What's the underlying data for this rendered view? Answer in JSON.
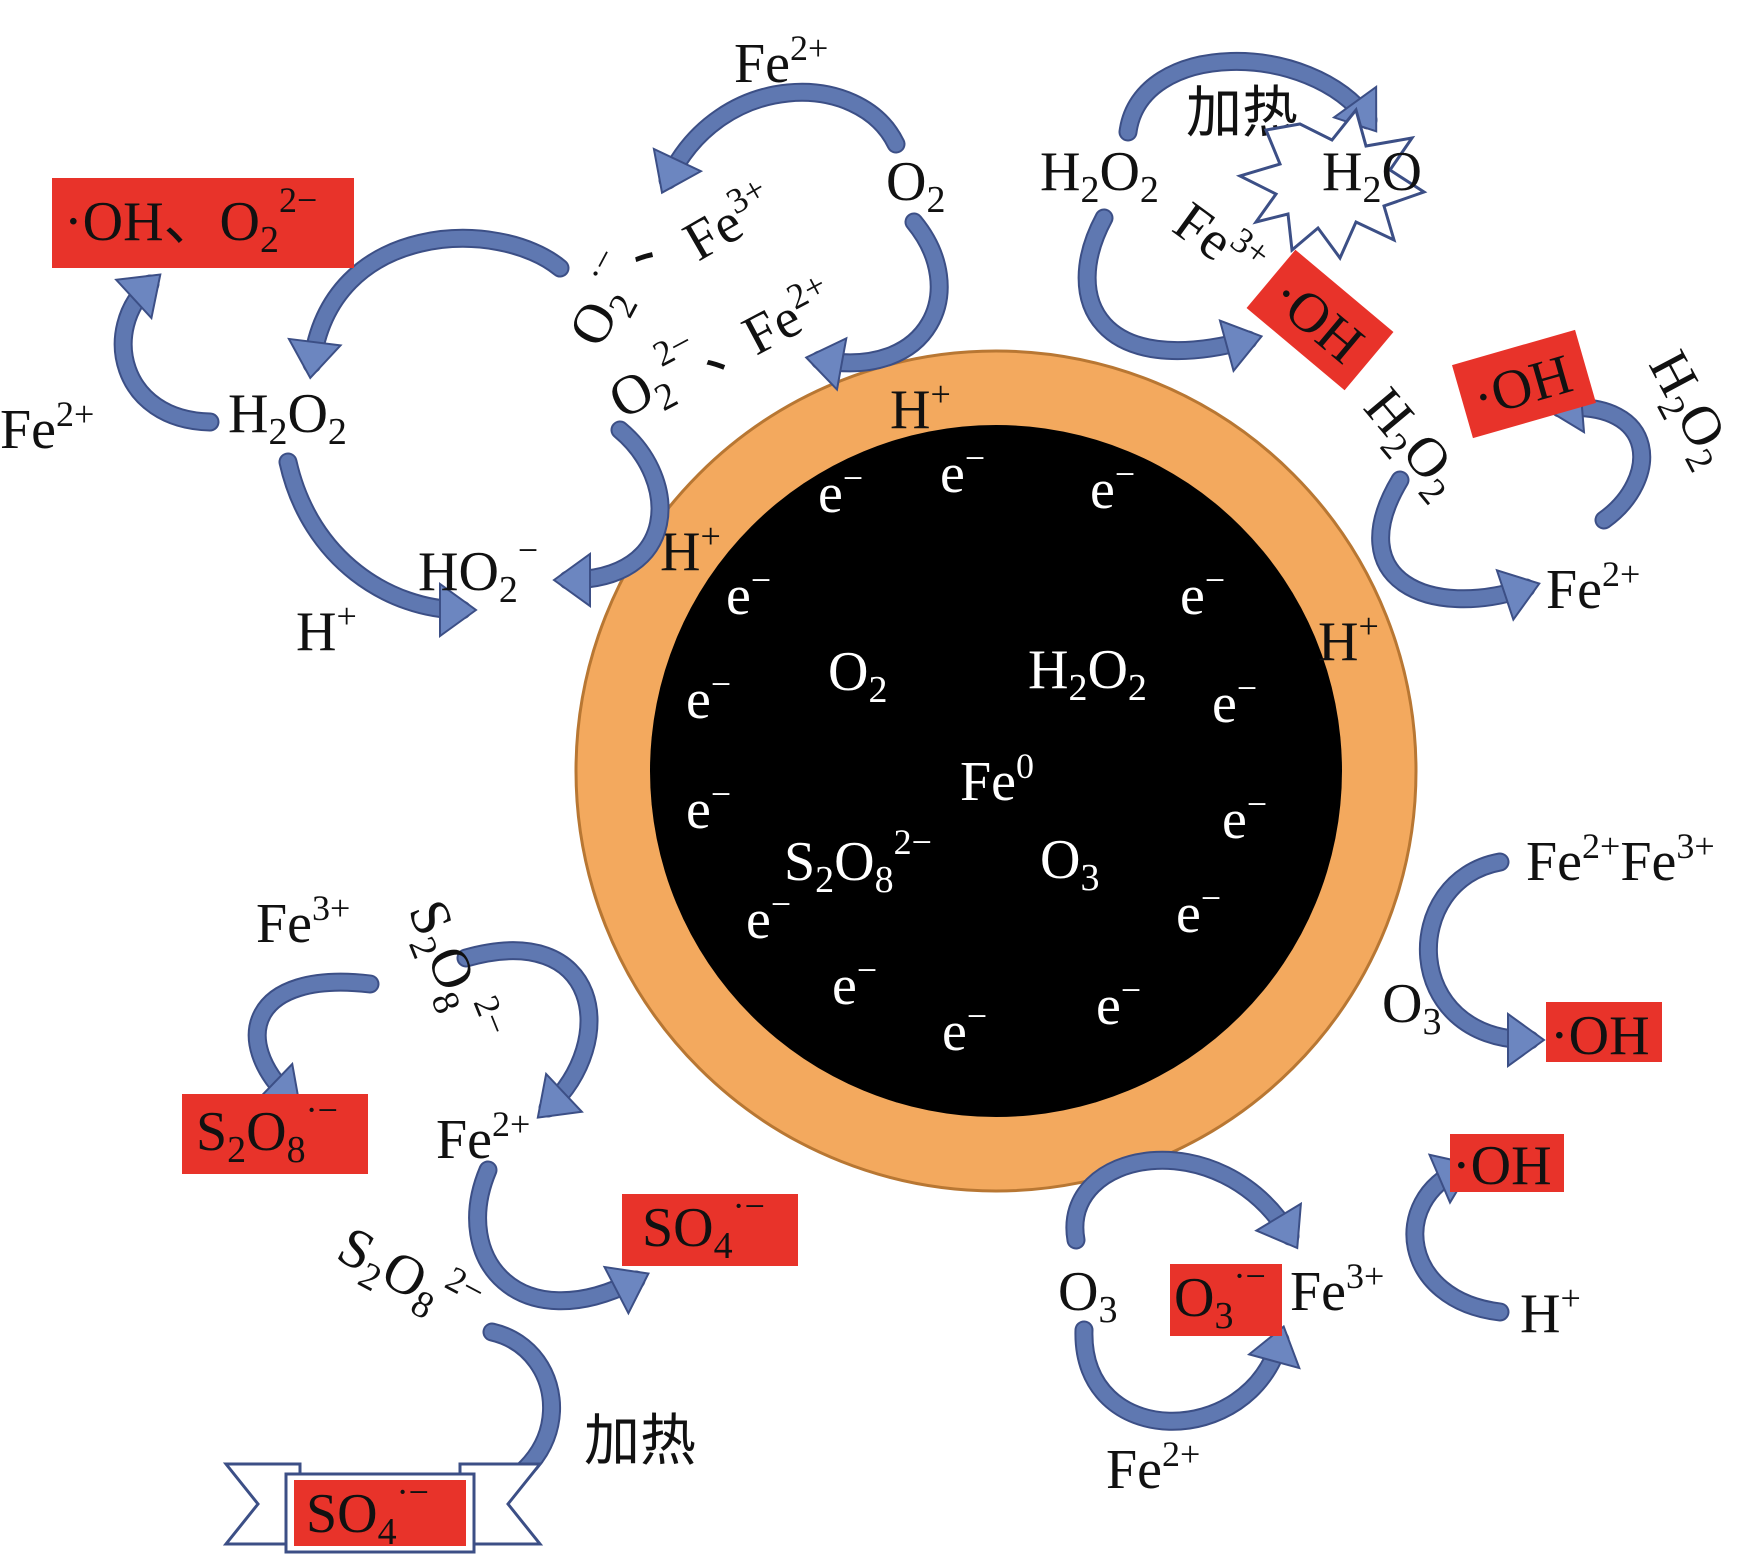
{
  "colors": {
    "core": "#000000",
    "shell": "#f3a95e",
    "shell_edge": "#b87733",
    "arrow": "#6c86c0",
    "box": "#e8332a"
  },
  "core": {
    "center": "Fe",
    "center_sup": "0",
    "electron": "e",
    "electron_sup": "−",
    "species": [
      {
        "base": "O",
        "sub": "2",
        "sup": ""
      },
      {
        "base": "H",
        "sub": "2",
        "mid": "O",
        "sub2": "2",
        "sup": ""
      },
      {
        "base": "S",
        "sub": "2",
        "mid": "O",
        "sub2": "8",
        "sup": "2−"
      },
      {
        "base": "O",
        "sub": "3",
        "sup": ""
      }
    ]
  },
  "shell_labels": [
    {
      "base": "H",
      "sup": "+"
    },
    {
      "base": "H",
      "sup": "+"
    },
    {
      "base": "H",
      "sup": "+"
    }
  ],
  "top_left": {
    "product_box": {
      "text1": "·OH、O",
      "sub": "2",
      "sup": "2−"
    },
    "fe2": {
      "base": "Fe",
      "sup": "2+"
    },
    "h2o2": {
      "base": "H",
      "sub": "2",
      "mid": "O",
      "sub2": "2"
    },
    "ho2": {
      "base": "HO",
      "sub": "2",
      "sup": "−"
    },
    "hplus": {
      "base": "H",
      "sup": "+"
    },
    "o2_radical": {
      "base": "O",
      "sub": "2",
      "sup": "·−",
      "sep": "、"
    },
    "o2_2minus": {
      "base": "O",
      "sub": "2",
      "sup": "2−",
      "sep": "、"
    },
    "fe3_top": {
      "base": "Fe",
      "sup": "3+"
    },
    "fe2_mid": {
      "base": "Fe",
      "sup": "2+"
    },
    "fe2_top": {
      "base": "Fe",
      "sup": "2+"
    },
    "o2": {
      "base": "O",
      "sub": "2"
    }
  },
  "top_right": {
    "heat": "加热",
    "h2o": {
      "base": "H",
      "sub": "2",
      "mid": "O"
    },
    "h2o2_a": {
      "base": "H",
      "sub": "2",
      "mid": "O",
      "sub2": "2"
    },
    "fe3": {
      "base": "Fe",
      "sup": "3+"
    },
    "oh_box_1": "·OH",
    "h2o2_b": {
      "base": "H",
      "sub": "2",
      "mid": "O",
      "sub2": "2"
    },
    "oh_box_2": "·OH",
    "h2o2_c": {
      "base": "H",
      "sub": "2",
      "mid": "O",
      "sub2": "2"
    },
    "fe2": {
      "base": "Fe",
      "sup": "2+"
    }
  },
  "right_mid": {
    "fe2fe3": {
      "base": "Fe",
      "sup": "2+",
      "base2": "Fe",
      "sup2": "3+"
    },
    "o3": {
      "base": "O",
      "sub": "3"
    },
    "oh_box": "·OH"
  },
  "bottom_right": {
    "oh_box": "·OH",
    "o3": {
      "base": "O",
      "sub": "3"
    },
    "o3_radical_box": {
      "base": "O",
      "sub": "3",
      "sup": "·−"
    },
    "fe3": {
      "base": "Fe",
      "sup": "3+"
    },
    "hplus": {
      "base": "H",
      "sup": "+"
    },
    "fe2": {
      "base": "Fe",
      "sup": "2+"
    }
  },
  "bottom_left": {
    "fe3": {
      "base": "Fe",
      "sup": "3+"
    },
    "s2o8_a": {
      "base": "S",
      "sub": "2",
      "mid": "O",
      "sub2": "8",
      "sup": "2−"
    },
    "s2o8_radical_box": {
      "base": "S",
      "sub": "2",
      "mid": "O",
      "sub2": "8",
      "sup": "·−"
    },
    "fe2": {
      "base": "Fe",
      "sup": "2+"
    },
    "so4_box": {
      "base": "SO",
      "sub": "4",
      "sup": "·−"
    },
    "s2o8_b": {
      "base": "S",
      "sub": "2",
      "mid": "O",
      "sub2": "8",
      "sup": "2−"
    },
    "heat": "加热",
    "so4_banner": {
      "base": "SO",
      "sub": "4",
      "sup": "·−"
    }
  }
}
